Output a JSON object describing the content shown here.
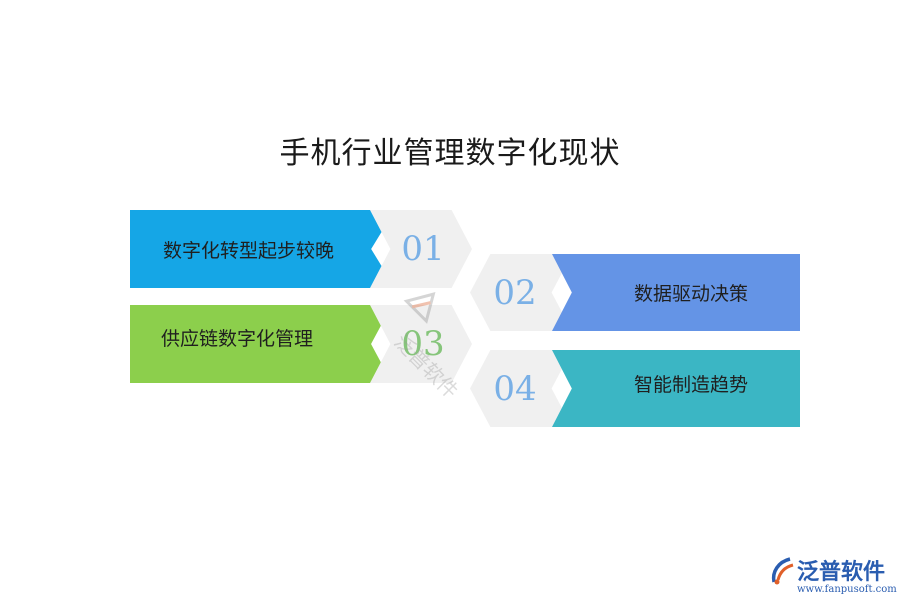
{
  "title": "手机行业管理数字化现状",
  "items": [
    {
      "num": "01",
      "text": "数字化转型起步较晚",
      "color": "#15a6e6"
    },
    {
      "num": "02",
      "text": "数据驱动决策",
      "color": "#6494e6"
    },
    {
      "num": "03",
      "text": "供应链数字化管理",
      "color": "#8ccf4c"
    },
    {
      "num": "04",
      "text": "智能制造趋势",
      "color": "#3bb6c4"
    }
  ],
  "watermark": {
    "text": "泛普软件"
  },
  "logo": {
    "name": "泛普软件",
    "url": "www.fanpusoft.com",
    "icon": "fanpu-logo-icon"
  }
}
